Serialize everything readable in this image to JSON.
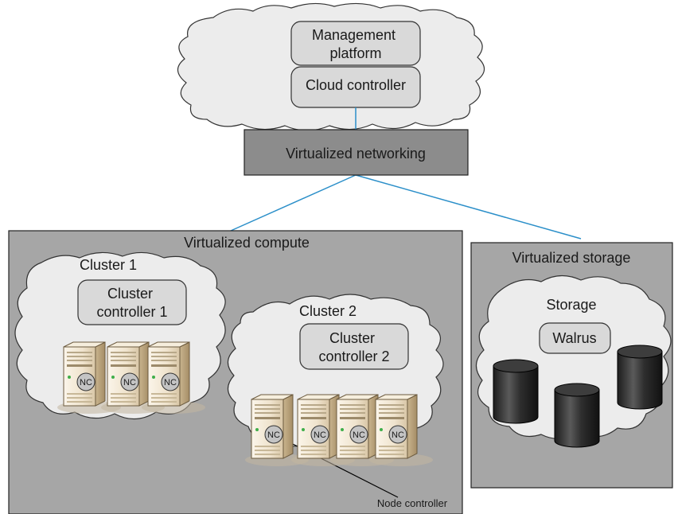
{
  "management_cloud": {
    "management_platform": [
      "Management",
      "platform"
    ],
    "cloud_controller": "Cloud controller"
  },
  "network": {
    "label": "Virtualized networking"
  },
  "compute": {
    "label": "Virtualized compute",
    "cluster1": {
      "label": "Cluster 1",
      "controller": [
        "Cluster",
        "controller 1"
      ],
      "node_badge": "NC"
    },
    "cluster2": {
      "label": "Cluster 2",
      "controller": [
        "Cluster",
        "controller 2"
      ],
      "node_badge": "NC"
    },
    "callout": "Node controller"
  },
  "storage": {
    "label": "Virtualized storage",
    "cloud_label": "Storage",
    "walrus": "Walrus"
  },
  "colors": {
    "panel_fill": "#a6a6a6",
    "box_fill": "#8c8c8c",
    "pill_fill": "#d9d9d9",
    "cloud_fill": "#ececec",
    "link_line": "#2b8fc9"
  }
}
